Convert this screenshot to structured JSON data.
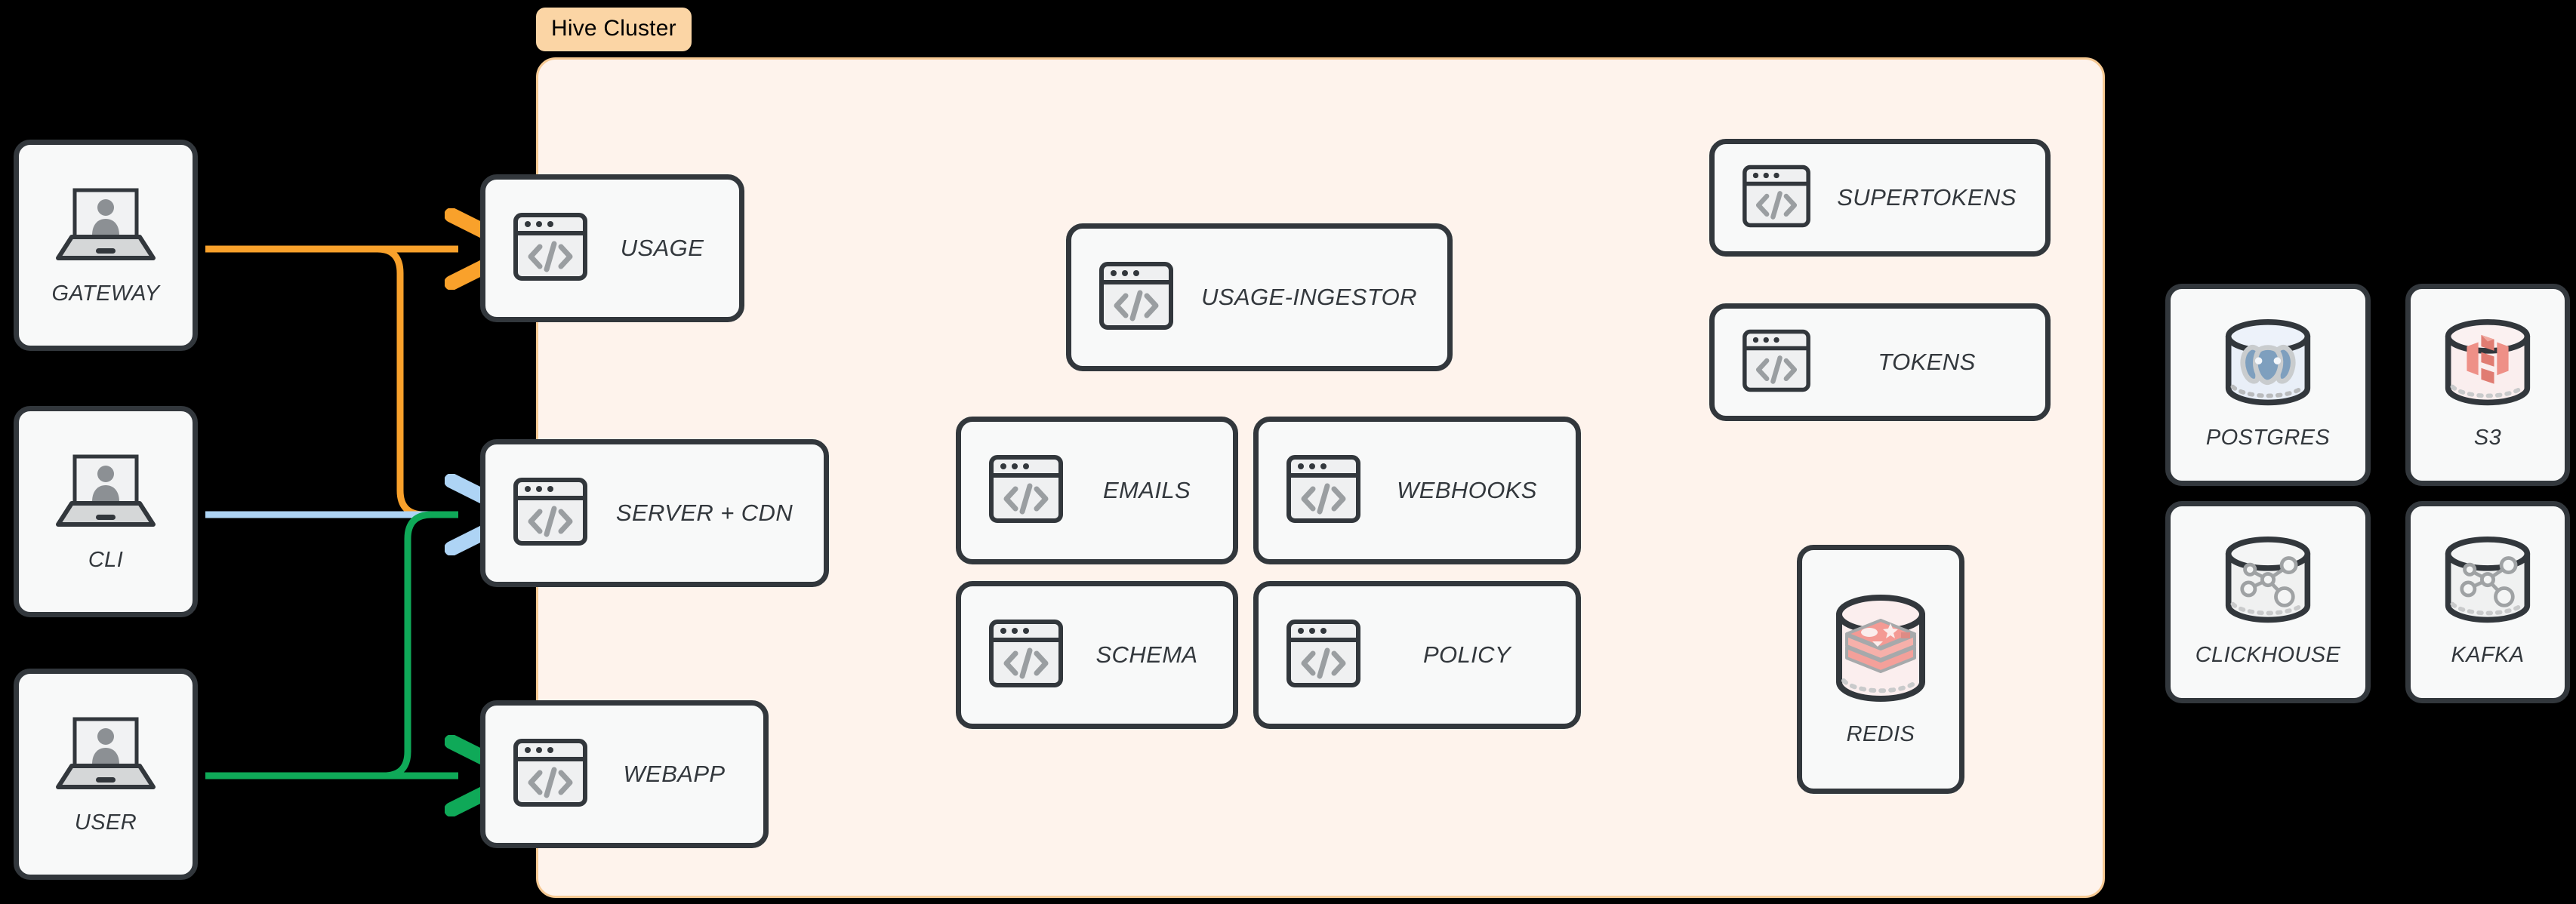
{
  "diagram": {
    "type": "architecture-diagram",
    "title": "Hive Cluster architecture",
    "background_color": "#000000"
  },
  "cluster": {
    "label": "Hive Cluster",
    "background_color": "#FEF3EC",
    "border_color": "#F6C993",
    "label_background_color": "#FBD5A5",
    "label_text_color": "#000000"
  },
  "clients": [
    {
      "id": "gateway",
      "label": "GATEWAY",
      "icon": "laptop-user-icon"
    },
    {
      "id": "cli",
      "label": "CLI",
      "icon": "laptop-user-icon"
    },
    {
      "id": "user",
      "label": "USER",
      "icon": "laptop-user-icon"
    }
  ],
  "edge_services": [
    {
      "id": "usage",
      "label": "USAGE",
      "icon": "code-window-icon"
    },
    {
      "id": "server-cdn",
      "label": "SERVER + CDN",
      "icon": "code-window-icon"
    },
    {
      "id": "webapp",
      "label": "WEBAPP",
      "icon": "code-window-icon"
    }
  ],
  "cluster_services": [
    {
      "id": "usage-ingestor",
      "label": "USAGE-INGESTOR",
      "icon": "code-window-icon"
    },
    {
      "id": "emails",
      "label": "EMAILS",
      "icon": "code-window-icon"
    },
    {
      "id": "webhooks",
      "label": "WEBHOOKS",
      "icon": "code-window-icon"
    },
    {
      "id": "schema",
      "label": "SCHEMA",
      "icon": "code-window-icon"
    },
    {
      "id": "policy",
      "label": "POLICY",
      "icon": "code-window-icon"
    },
    {
      "id": "supertokens",
      "label": "SUPERTOKENS",
      "icon": "code-window-icon"
    },
    {
      "id": "tokens",
      "label": "TOKENS",
      "icon": "code-window-icon"
    }
  ],
  "cluster_stores": [
    {
      "id": "redis",
      "label": "REDIS",
      "icon": "redis-database-icon"
    }
  ],
  "external_stores": [
    {
      "id": "postgres",
      "label": "POSTGRES",
      "icon": "postgres-database-icon"
    },
    {
      "id": "s3",
      "label": "S3",
      "icon": "s3-database-icon"
    },
    {
      "id": "clickhouse",
      "label": "CLICKHOUSE",
      "icon": "graph-database-icon"
    },
    {
      "id": "kafka",
      "label": "KAFKA",
      "icon": "graph-database-icon"
    }
  ],
  "connections": [
    {
      "id": "gateway-to-usage",
      "from": "GATEWAY",
      "to": "USAGE",
      "color": "#F9A12B"
    },
    {
      "id": "gateway-to-server-cdn",
      "from": "GATEWAY",
      "to": "SERVER + CDN",
      "color": "#F9A12B"
    },
    {
      "id": "cli-to-server-cdn",
      "from": "CLI",
      "to": "SERVER + CDN",
      "color": "#AED4F5"
    },
    {
      "id": "user-to-webapp",
      "from": "USER",
      "to": "WEBAPP",
      "color": "#0FA958"
    },
    {
      "id": "user-to-server-cdn",
      "from": "USER",
      "to": "SERVER + CDN",
      "color": "#0FA958"
    }
  ],
  "colors": {
    "node_fill": "#F8F9F9",
    "node_border": "#32373C",
    "label_text": "#33383D",
    "orange": "#F9A12B",
    "blue": "#AED4F5",
    "green": "#0FA958"
  }
}
